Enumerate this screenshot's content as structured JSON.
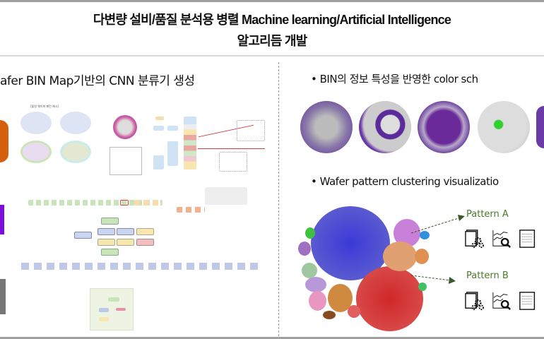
{
  "title": {
    "line1": "다변량 설비/품질 분석용 병렬 Machine learning/Artificial Intelligence",
    "line2": "알고리듬 개발"
  },
  "left": {
    "heading": "afer BIN Map기반의 CNN 분류기 생성",
    "figure_caption": "[불량 웨이퍼 패턴 예시]"
  },
  "right": {
    "bullet1": "• BIN의 정보 특성을 반영한 color sch",
    "bullet2": "• Wafer pattern clustering visualizatio",
    "patterns": [
      {
        "label": "Pattern A"
      },
      {
        "label": "Pattern B"
      }
    ]
  },
  "colors": {
    "pattern_green": "#4a7a2a",
    "cluster_blue": "#3a3ac8",
    "cluster_red": "#d02828",
    "wafer_purple": "#5a2a9a"
  }
}
